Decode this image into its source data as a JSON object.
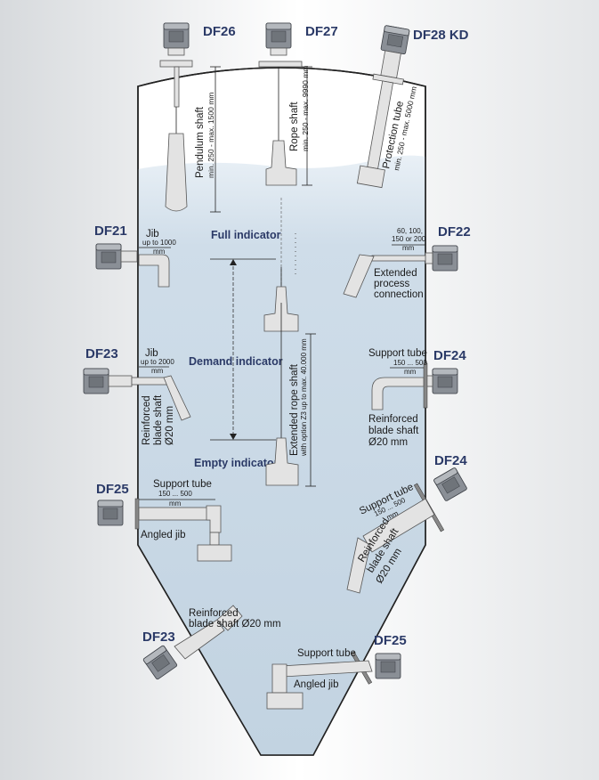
{
  "models": {
    "df26": "DF26",
    "df27": "DF27",
    "df28": "DF28  KD",
    "df21": "DF21",
    "df22": "DF22",
    "df23_upper": "DF23",
    "df24_upper": "DF24",
    "df25_left": "DF25",
    "df24_lower": "DF24",
    "df23_lower": "DF23",
    "df25_lower": "DF25"
  },
  "indicators": {
    "full": "Full indicator",
    "demand": "Demand indicator",
    "empty": "Empty indicator"
  },
  "labels": {
    "pendulum_shaft": "Pendulum shaft",
    "pendulum_range": "min. 250 - max. 1500 mm",
    "rope_shaft": "Rope shaft",
    "rope_range": "min. 250 - max. 9990 mm",
    "protection_tube": "Protection tube",
    "protection_range": "min. 250 - max. 5000 mm",
    "jib_df21": "Jib",
    "jib_df21_range": "up to 1000",
    "mm": "mm",
    "df22_sizes_1": "60, 100,",
    "df22_sizes_2": "150 or 200",
    "extended_1": "Extended",
    "extended_2": "process",
    "extended_3": "connection",
    "jib_df23": "Jib",
    "jib_df23_range": "up to 2000",
    "reinforced_v1": "Reinforced",
    "reinforced_v2": "blade shaft",
    "reinforced_v3": "Ø20 mm",
    "extended_rope": "Extended rope shaft",
    "extended_rope_range": "with option Z3 up to max. 40.000 mm",
    "support_tube_df24": "Support tube",
    "support_range_df24": "150 ... 500",
    "reinforced_df24_1": "Reinforced",
    "reinforced_df24_2": "blade shaft",
    "reinforced_df24_3": "Ø20 mm",
    "support_tube_df25": "Support tube",
    "support_range_df25": "150 ... 500",
    "angled_jib_df25": "Angled jib",
    "support_tube_df24b": "Support tube",
    "support_range_df24b": "150 ... 500",
    "reinforced_df24b_1": "Reinforced",
    "reinforced_df24b_2": "blade shaft",
    "reinforced_df24b_3": "Ø20 mm",
    "reinforced_df23b_1": "Reinforced",
    "reinforced_df23b_2": "blade shaft Ø20 mm",
    "support_tube_df25b": "Support tube",
    "angled_jib_df25b": "Angled jib"
  },
  "colors": {
    "silo_fill": "#c9d9e6",
    "model_text": "#2b3a67"
  }
}
